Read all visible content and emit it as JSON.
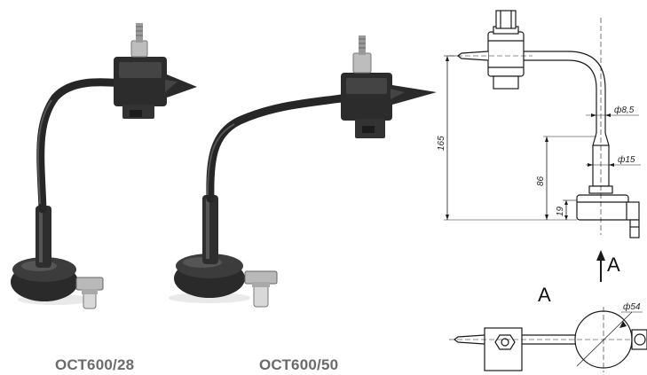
{
  "products": [
    {
      "caption": "ОСТ600/28"
    },
    {
      "caption": "ОСТ600/50"
    }
  ],
  "drawing": {
    "dimensions": {
      "height_total": "165",
      "height_mid": "86",
      "height_base": "19",
      "dia_wire": "ф8,5",
      "dia_tube": "ф15",
      "dia_base": "ф54"
    },
    "view_arrow_label": "A",
    "view_title": "A"
  },
  "colors": {
    "rubber": "#2b2b2b",
    "rubber_highlight": "#5a5a5a",
    "metal": "#c8c8c8",
    "caption_text": "#6b6b6b",
    "line": "#1a1a1a"
  }
}
